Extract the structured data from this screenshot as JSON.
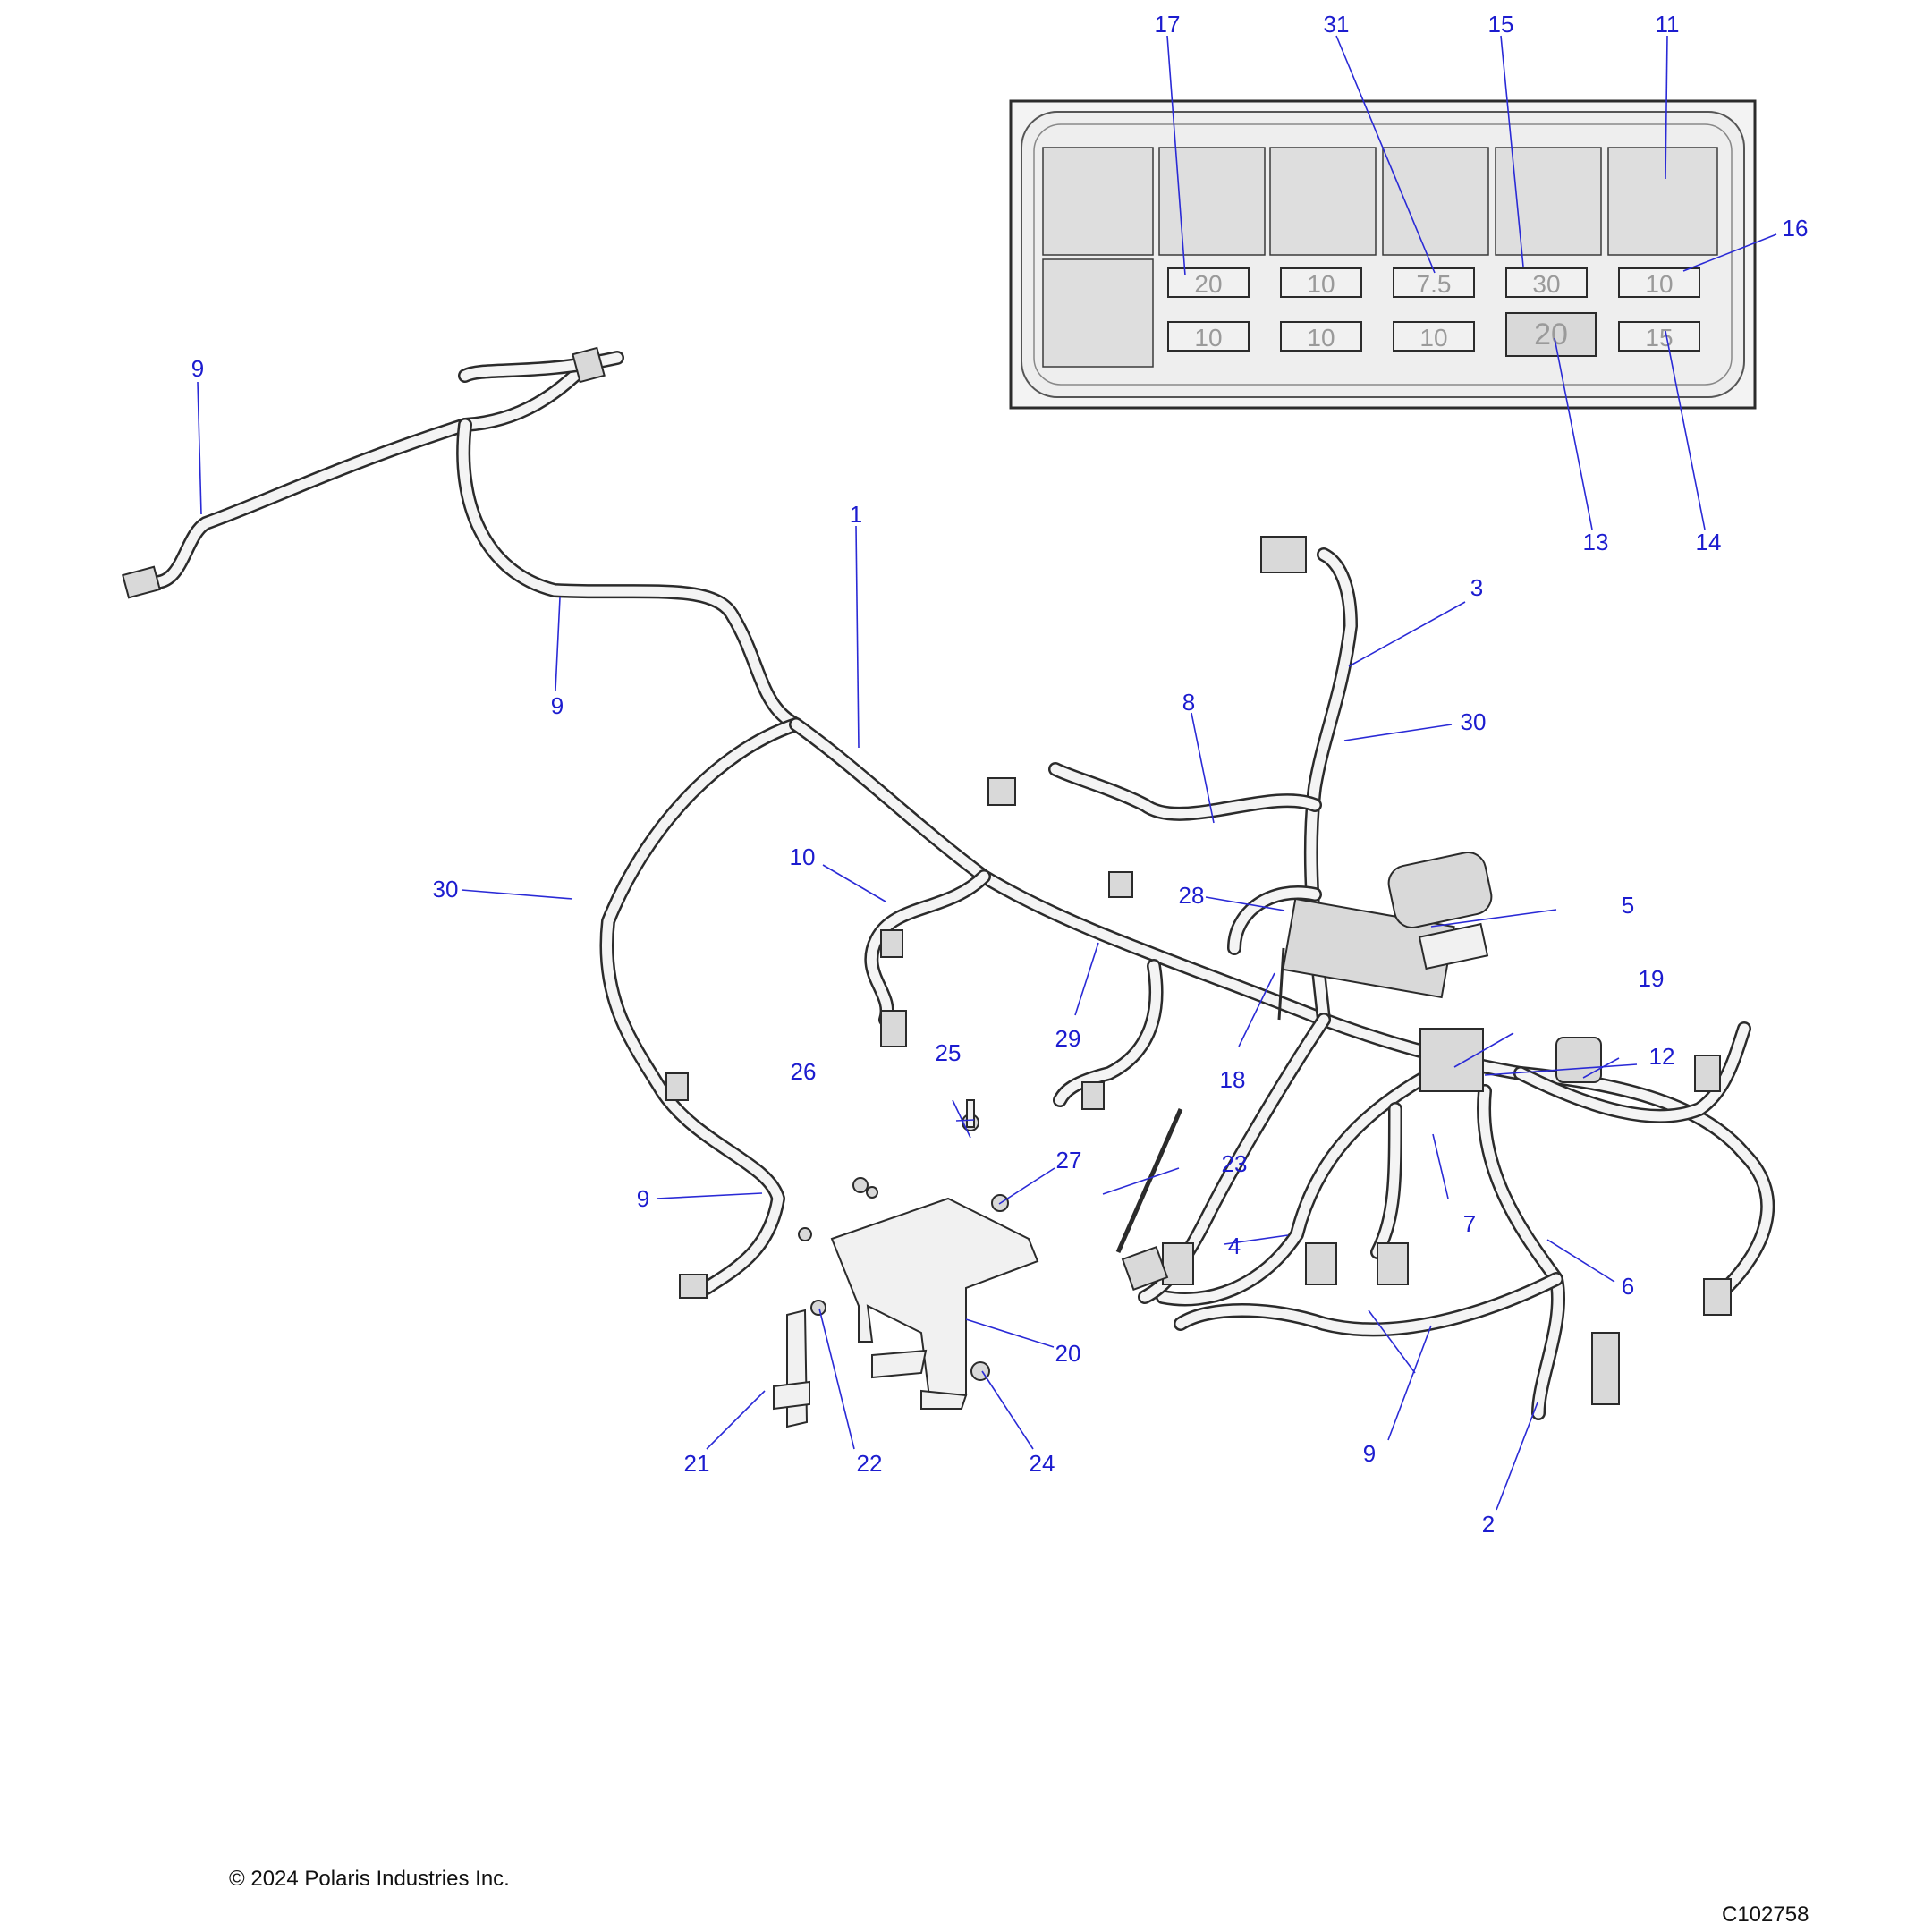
{
  "fuse_box": {
    "fuses_top": [
      "20",
      "10",
      "7.5",
      "30",
      "10"
    ],
    "fuses_bottom": [
      "10",
      "10",
      "10",
      "20",
      "15"
    ]
  },
  "callouts": [
    {
      "id": "c17",
      "label": "17"
    },
    {
      "id": "c31",
      "label": "31"
    },
    {
      "id": "c15",
      "label": "15"
    },
    {
      "id": "c11",
      "label": "11"
    },
    {
      "id": "c16",
      "label": "16"
    },
    {
      "id": "c13",
      "label": "13"
    },
    {
      "id": "c14",
      "label": "14"
    },
    {
      "id": "c9a",
      "label": "9"
    },
    {
      "id": "c9b",
      "label": "9"
    },
    {
      "id": "c1",
      "label": "1"
    },
    {
      "id": "c3",
      "label": "3"
    },
    {
      "id": "c30a",
      "label": "30"
    },
    {
      "id": "c8",
      "label": "8"
    },
    {
      "id": "c10",
      "label": "10"
    },
    {
      "id": "c30b",
      "label": "30"
    },
    {
      "id": "c28",
      "label": "28"
    },
    {
      "id": "c5",
      "label": "5"
    },
    {
      "id": "c19",
      "label": "19"
    },
    {
      "id": "c29",
      "label": "29"
    },
    {
      "id": "c18",
      "label": "18"
    },
    {
      "id": "c12",
      "label": "12"
    },
    {
      "id": "c26",
      "label": "26"
    },
    {
      "id": "c25",
      "label": "25"
    },
    {
      "id": "c27",
      "label": "27"
    },
    {
      "id": "c23",
      "label": "23"
    },
    {
      "id": "c9c",
      "label": "9"
    },
    {
      "id": "c4",
      "label": "4"
    },
    {
      "id": "c7",
      "label": "7"
    },
    {
      "id": "c6",
      "label": "6"
    },
    {
      "id": "c20",
      "label": "20"
    },
    {
      "id": "c21",
      "label": "21"
    },
    {
      "id": "c22",
      "label": "22"
    },
    {
      "id": "c24",
      "label": "24"
    },
    {
      "id": "c9d",
      "label": "9"
    },
    {
      "id": "c2",
      "label": "2"
    }
  ],
  "footer": {
    "copyright": "© 2024 Polaris Industries Inc.",
    "code": "C102758"
  }
}
